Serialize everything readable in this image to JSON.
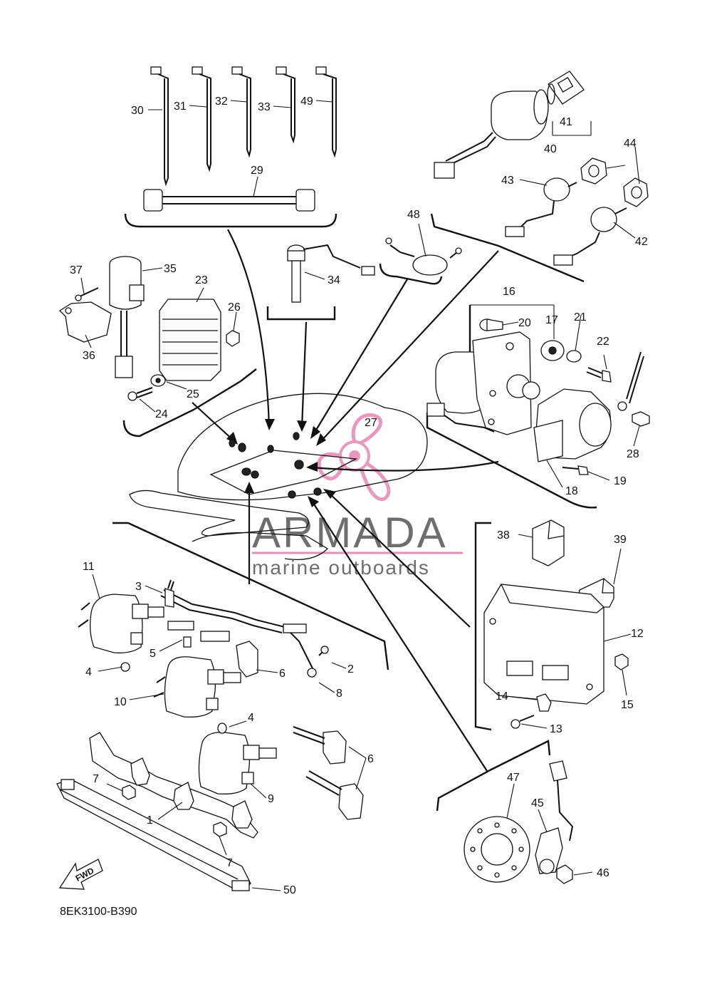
{
  "diagram": {
    "code": "8EK3100-B390",
    "fwd_label": "FWD",
    "watermark": {
      "brand": "ARMADA",
      "tagline": "marine outboards",
      "logo_color": "#e78fb7",
      "text_color": "#6e6e6e"
    },
    "labels": {
      "p1": "1",
      "p2": "2",
      "p3": "3",
      "p4a": "4",
      "p4b": "4",
      "p5": "5",
      "p6a": "6",
      "p6b": "6",
      "p7a": "7",
      "p7b": "7",
      "p8": "8",
      "p9": "9",
      "p10": "10",
      "p11": "11",
      "p12": "12",
      "p13": "13",
      "p14": "14",
      "p15": "15",
      "p16": "16",
      "p17": "17",
      "p18": "18",
      "p19": "19",
      "p20": "20",
      "p21": "21",
      "p22": "22",
      "p23": "23",
      "p24": "24",
      "p25": "25",
      "p26": "26",
      "p27": "27",
      "p28": "28",
      "p29": "29",
      "p30": "30",
      "p31": "31",
      "p32": "32",
      "p33": "33",
      "p34": "34",
      "p35": "35",
      "p36": "36",
      "p37": "37",
      "p38": "38",
      "p39": "39",
      "p40": "40",
      "p41": "41",
      "p42": "42",
      "p43": "43",
      "p44": "44",
      "p45": "45",
      "p46": "46",
      "p47": "47",
      "p48": "48",
      "p49": "49",
      "p50": "50"
    }
  }
}
